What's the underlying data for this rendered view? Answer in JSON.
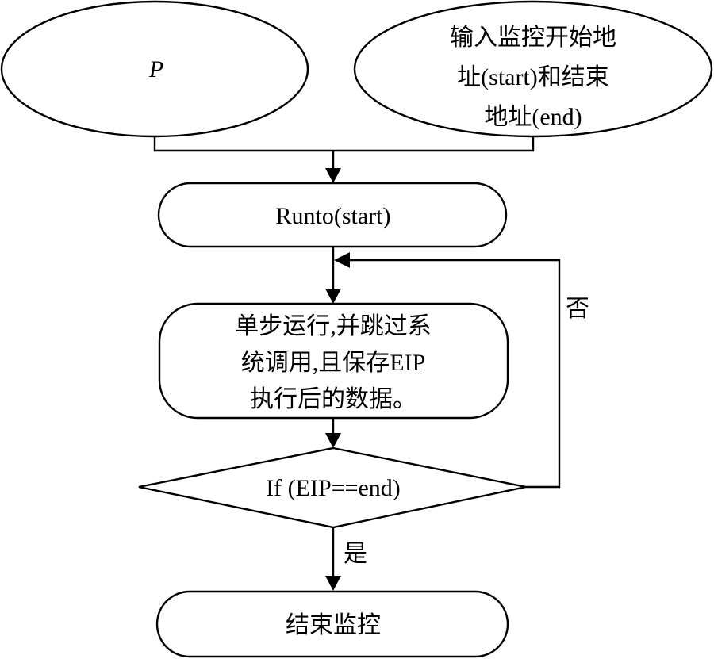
{
  "flowchart": {
    "nodes": {
      "input_p": {
        "shape": "ellipse",
        "text": "P"
      },
      "input_range": {
        "shape": "ellipse",
        "lines": [
          "输入监控开始地",
          "址(start)和结束",
          "地址(end)"
        ]
      },
      "runto": {
        "shape": "terminator",
        "text": "Runto(start)"
      },
      "step": {
        "shape": "rounded-process",
        "lines": [
          "单步运行,并跳过系",
          "统调用,且保存EIP",
          "执行后的数据。"
        ]
      },
      "decision": {
        "shape": "diamond",
        "text": "If (EIP==end)"
      },
      "end": {
        "shape": "terminator",
        "text": "结束监控"
      }
    },
    "edges": {
      "no_label": "否",
      "yes_label": "是"
    },
    "colors": {
      "stroke": "#000000",
      "background": "#ffffff"
    }
  }
}
